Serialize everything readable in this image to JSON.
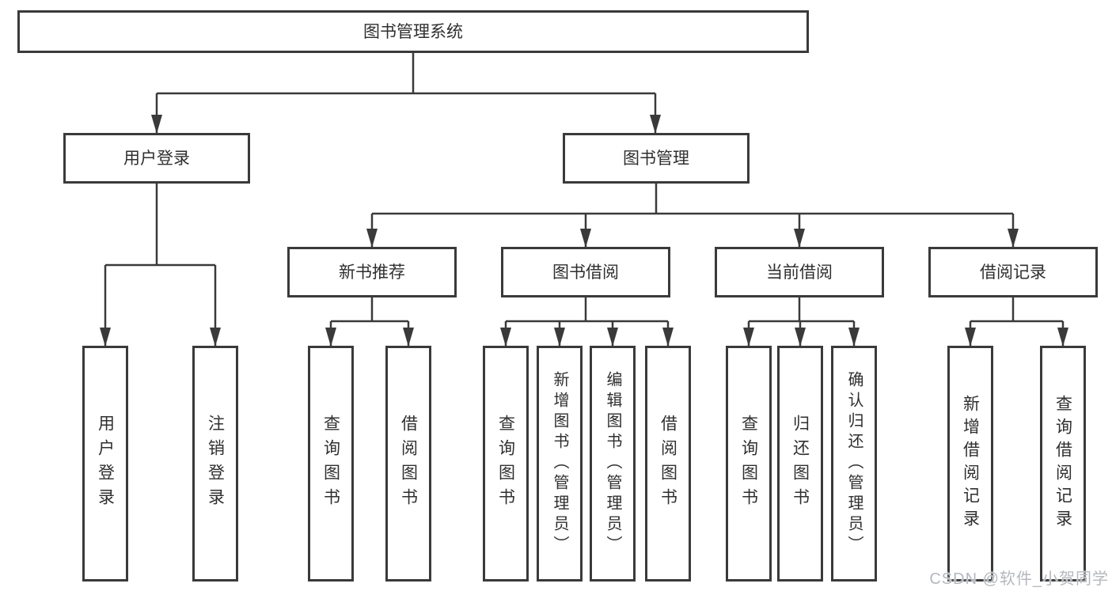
{
  "page": {
    "background": "#ffffff",
    "line_color": "#3a3a3a",
    "text_color": "#2f2f2f",
    "watermark_color": "#b4b8bd"
  },
  "diagram": {
    "root": {
      "label": "图书管理系统"
    },
    "branches": [
      {
        "label": "用户登录",
        "children": [
          {
            "label": "用户登录"
          },
          {
            "label": "注销登录"
          }
        ]
      },
      {
        "label": "图书管理",
        "children": [
          {
            "label": "新书推荐",
            "children": [
              {
                "label": "查询图书"
              },
              {
                "label": "借阅图书"
              }
            ]
          },
          {
            "label": "图书借阅",
            "children": [
              {
                "label": "查询图书"
              },
              {
                "label": "新增图书（管理员）"
              },
              {
                "label": "编辑图书（管理员）"
              },
              {
                "label": "借阅图书"
              }
            ]
          },
          {
            "label": "当前借阅",
            "children": [
              {
                "label": "查询图书"
              },
              {
                "label": "归还图书"
              },
              {
                "label": "确认归还（管理员）"
              }
            ]
          },
          {
            "label": "借阅记录",
            "children": [
              {
                "label": "新增借阅记录"
              },
              {
                "label": "查询借阅记录"
              }
            ]
          }
        ]
      }
    ]
  },
  "watermark": {
    "text": "CSDN @软件_小贺同学"
  }
}
